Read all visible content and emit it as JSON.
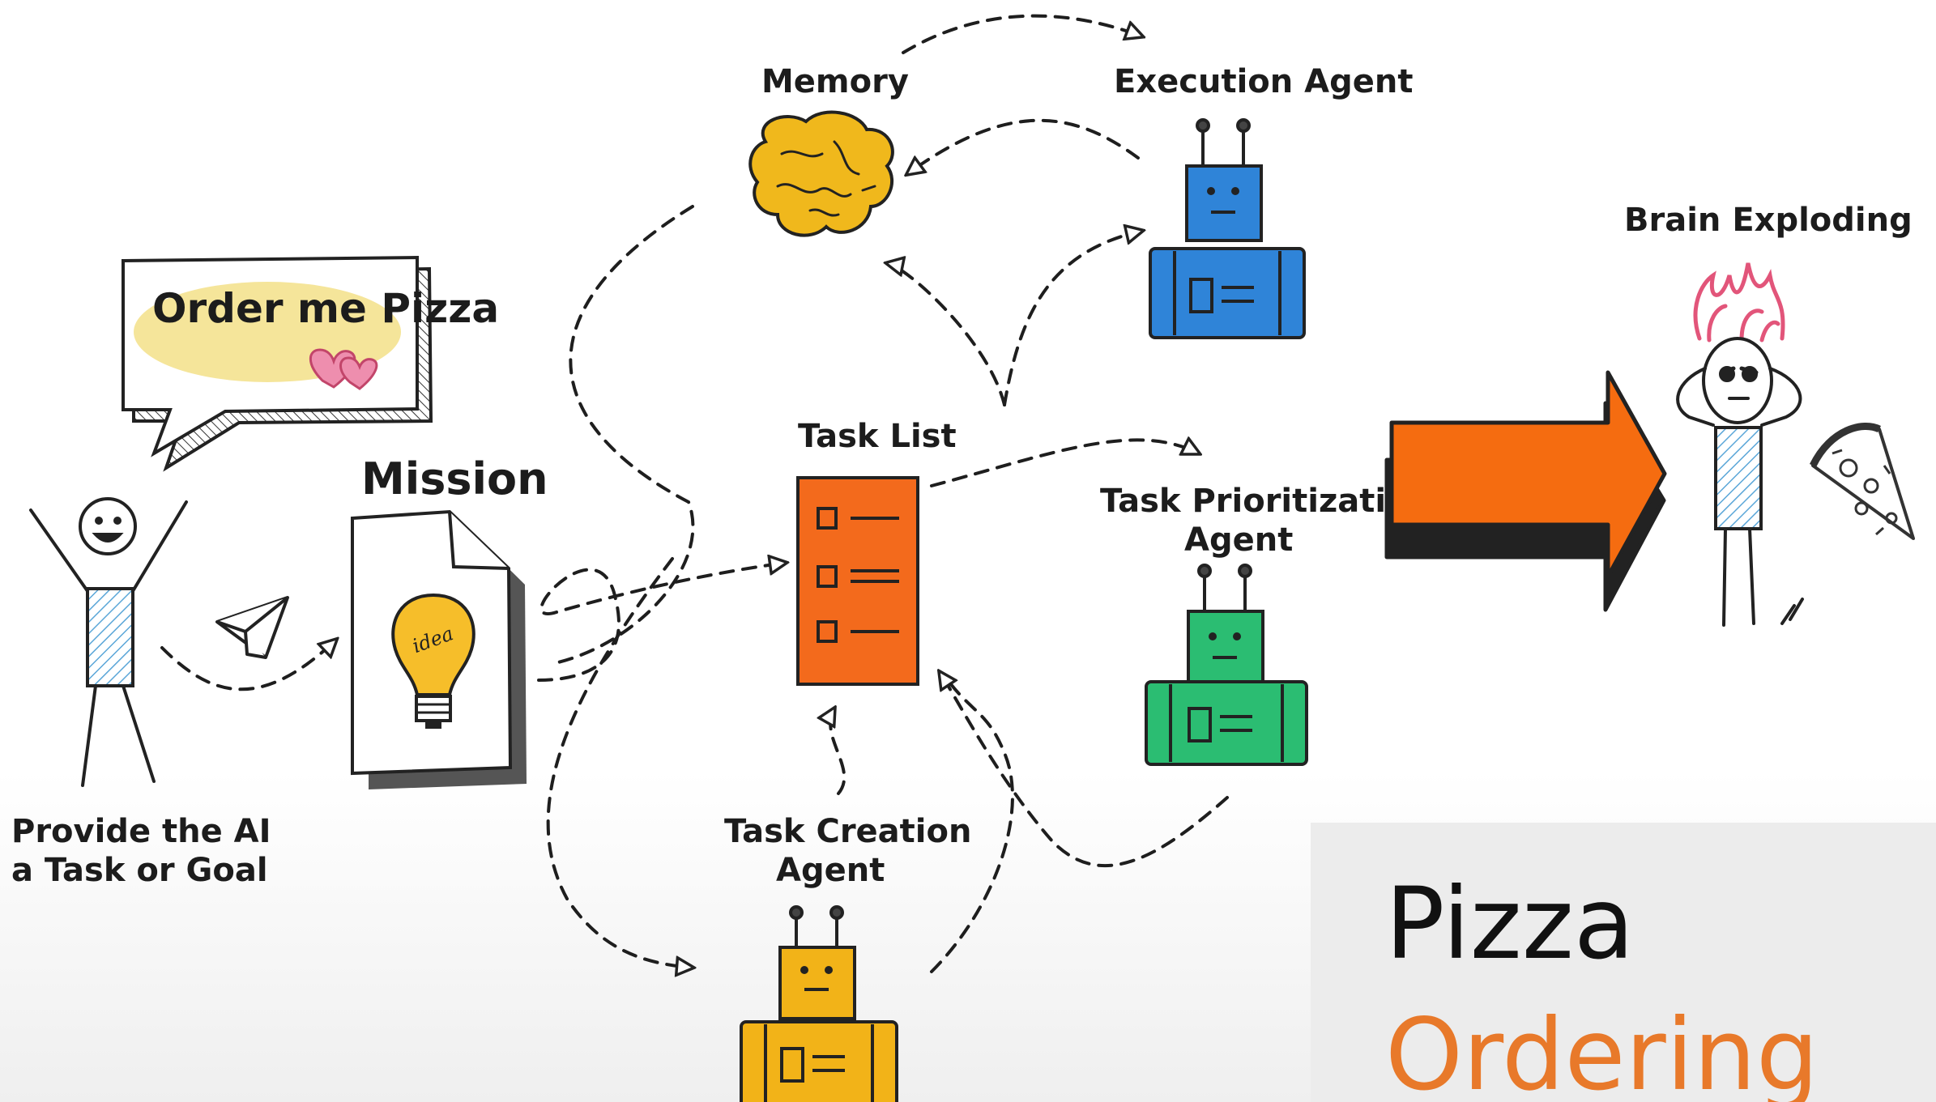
{
  "labels": {
    "memory": "Memory",
    "execution_agent": "Execution Agent",
    "brain_exploding": "Brain Exploding",
    "order_bubble": "Order me Pizza",
    "mission": "Mission",
    "task_list": "Task List",
    "task_prioritization_line1": "Task Prioritization",
    "task_prioritization_line2": "Agent",
    "provide_line1": "Provide the AI",
    "provide_line2": "a Task or Goal",
    "task_creation_line1": "Task Creation",
    "task_creation_line2": "Agent",
    "idea": "idea"
  },
  "caption": {
    "line1": "Pizza",
    "line2": "Ordering"
  },
  "colors": {
    "execution_agent": "#2f84d8",
    "prioritization_agent": "#2bbd72",
    "creation_agent": "#f2b318",
    "task_list": "#f36a1c",
    "big_arrow": "#f56c10",
    "brain": "#f0b81c",
    "explosion": "#ef6b8a",
    "caption_accent": "#e8792a"
  }
}
